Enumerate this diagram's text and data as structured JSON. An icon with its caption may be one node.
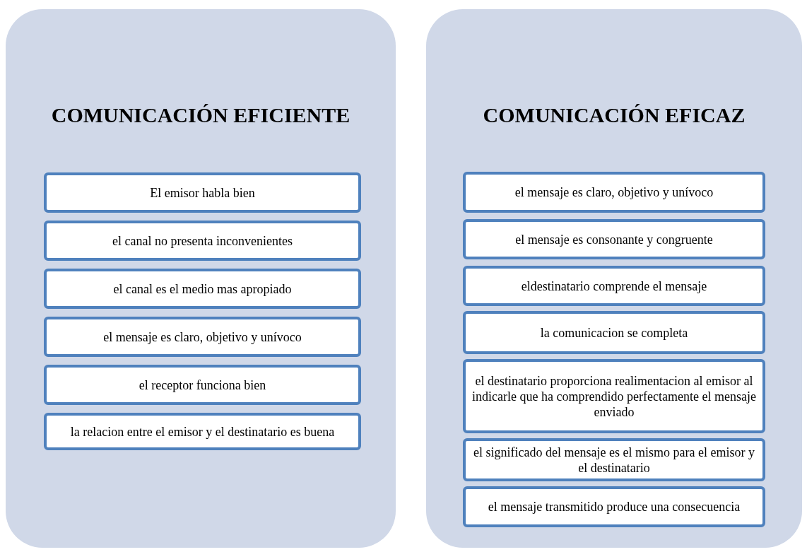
{
  "diagram": {
    "nodes": [
      {
        "text": [
          "COMUNICACIÓN EFICIENTE"
        ]
      },
      {
        "text": [
          "El emisor habla bien"
        ],
        "in": 0
      },
      {
        "text": [
          "el canal no presenta inconvenientes"
        ],
        "in": 0
      },
      {
        "text": [
          "el canal es el medio mas apropiado"
        ],
        "in": 0
      },
      {
        "text": [
          "el mensaje es claro, objetivo y unívoco"
        ],
        "in": 0
      },
      {
        "text": [
          "el receptor funciona bien"
        ],
        "in": 0
      },
      {
        "text": [
          "la relacion entre el emisor y el destinatario es buena"
        ],
        "in": 0
      },
      {
        "text": [
          "COMUNICACIÓN EFICAZ"
        ]
      },
      {
        "text": [
          "el mensaje es claro, objetivo y unívoco"
        ],
        "in": 7
      },
      {
        "text": [
          "el mensaje es consonante y congruente"
        ],
        "in": 7
      },
      {
        "text": [
          "eldestinatario comprende el mensaje"
        ],
        "in": 7
      },
      {
        "text": [
          "la comunicacion se completa"
        ],
        "in": 7
      },
      {
        "text": [
          "el destinatario proporciona realimentacion al emisor al indicarle que ha comprendido perfectamente el mensaje enviado"
        ],
        "in": 7
      },
      {
        "text": [
          "el significado del mensaje es el mismo para el emisor y el destinatario"
        ],
        "in": 7
      },
      {
        "text": [
          "el mensaje transmitido produce una consecuencia"
        ],
        "in": 7
      }
    ]
  }
}
